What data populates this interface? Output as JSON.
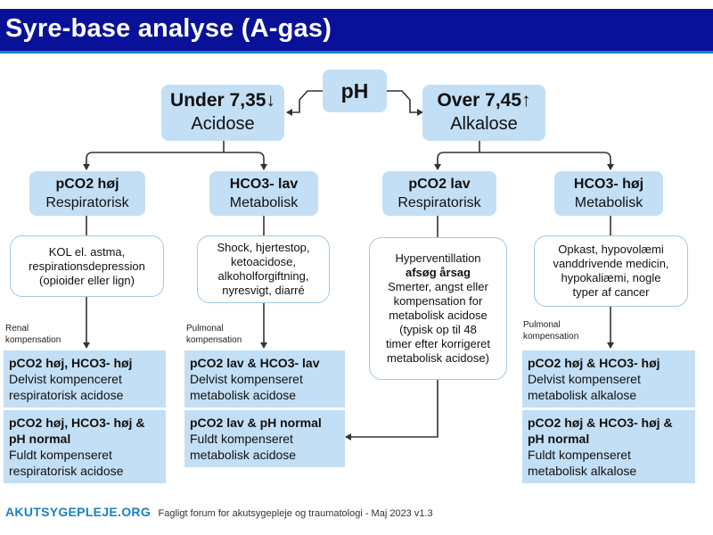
{
  "header": {
    "title": "Syre-base analyse (A-gas)"
  },
  "root": {
    "label": "pH"
  },
  "branches": {
    "acidose": {
      "line1": "Under 7,35↓",
      "line2": "Acidose"
    },
    "alkalose": {
      "line1": "Over 7,45↑",
      "line2": "Alkalose"
    }
  },
  "types": [
    {
      "line1": "pCO2 høj",
      "line2": "Respiratorisk"
    },
    {
      "line1": "HCO3- lav",
      "line2": "Metabolisk"
    },
    {
      "line1": "pCO2 lav",
      "line2": "Respiratorisk"
    },
    {
      "line1": "HCO3- høj",
      "line2": "Metabolisk"
    }
  ],
  "causes": [
    {
      "lines": [
        "KOL el. astma,",
        "respirationsdepression",
        "(opioider eller lign)"
      ]
    },
    {
      "lines": [
        "Shock, hjertestop,",
        "ketoacidose,",
        "alkoholforgiftning,",
        "nyresvigt, diarré"
      ]
    },
    {
      "intro": "Hyperventillation",
      "emphasis": "afsøg årsag",
      "lines": [
        "Smerter, angst eller",
        "kompensation for",
        "metabolisk acidose",
        "(typisk op til 48",
        "timer efter korrigeret",
        "metabolisk acidose)"
      ]
    },
    {
      "lines": [
        "Opkast, hypovolæmi",
        "vanddrivende medicin,",
        "hypokaliæmi, nogle",
        "typer af cancer"
      ]
    }
  ],
  "compensation_labels": [
    {
      "line1": "Renal",
      "line2": "kompensation"
    },
    {
      "line1": "Pulmonal",
      "line2": "kompensation"
    },
    {
      "line1": "Pulmonal",
      "line2": "kompensation"
    }
  ],
  "results": [
    {
      "title": "pCO2 høj, HCO3- høj",
      "sub1": "Delvist kompenceret",
      "sub2": "respiratorisk acidose"
    },
    {
      "title": "pCO2 høj, HCO3- høj &",
      "title2": "pH normal",
      "sub1": "Fuldt kompenseret",
      "sub2": "respiratorisk acidose"
    },
    {
      "title": "pCO2 lav & HCO3- lav",
      "sub1": "Delvist kompenseret",
      "sub2": "metabolisk acidose"
    },
    {
      "title": "pCO2 lav & pH normal",
      "sub1": "Fuldt kompenseret",
      "sub2": "metabolisk acidose"
    },
    {
      "title": "pCO2 høj & HCO3- høj",
      "sub1": "Delvist kompenseret",
      "sub2": "metabolisk alkalose"
    },
    {
      "title": "pCO2 høj & HCO3- høj &",
      "title2": "pH normal",
      "sub1": "Fuldt kompenseret",
      "sub2": "metabolisk alkalose"
    }
  ],
  "footer": {
    "brand": "AKUTSYGEPLEJE.ORG",
    "note": "Fagligt forum for akutsygepleje og traumatologi - Maj 2023 v1.3"
  },
  "colors": {
    "header_bg": "#0a1199",
    "header_accent": "#1b7fc6",
    "box_fill": "#c3dff5",
    "box_border": "#9cc8ea",
    "brand": "#1b7fc6",
    "connector": "#333333"
  }
}
